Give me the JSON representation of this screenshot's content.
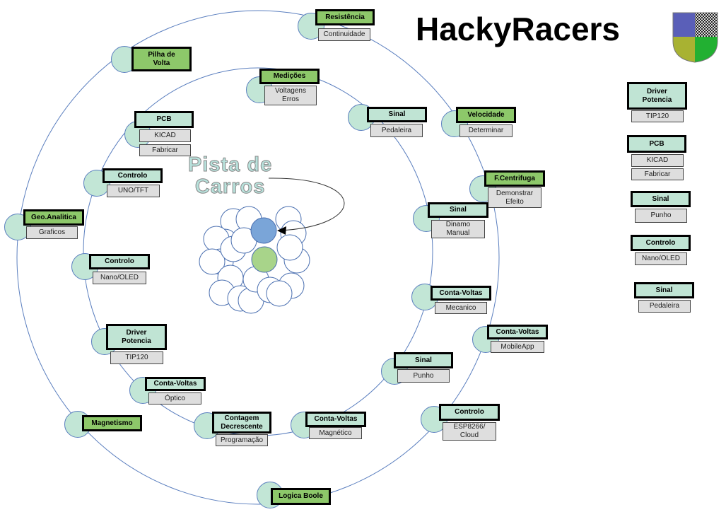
{
  "brand": {
    "title": "HackyRacers",
    "logo": "shield-logo",
    "colors": {
      "blue": "#5a5fb8",
      "olive": "#a8b232",
      "green": "#22b032"
    }
  },
  "center": {
    "label": "Pista de\nCarros"
  },
  "colors": {
    "green_title": "#8dc86a",
    "teal_title": "#c0e4d4",
    "sub": "#dedede",
    "circle": "#c2e6d6",
    "ring": "#5b7fbf"
  },
  "nodes": [
    {
      "title": "Resistência",
      "subs": [
        "Continuidade"
      ]
    },
    {
      "title": "Pilha de\nVolta",
      "subs": []
    },
    {
      "title": "Velocidade",
      "subs": [
        "Determinar"
      ]
    },
    {
      "title": "F.Centrifuga",
      "subs": [
        "Demonstrar\nEfeito"
      ]
    },
    {
      "title": "Geo.Analitica",
      "subs": [
        "Graficos"
      ]
    },
    {
      "title": "Conta-Voltas",
      "subs": [
        "MobileApp"
      ]
    },
    {
      "title": "Controlo",
      "subs": [
        "ESP8266/\nCloud"
      ]
    },
    {
      "title": "Magnetismo",
      "subs": []
    },
    {
      "title": "Logica Boole",
      "subs": []
    },
    {
      "title": "Medições",
      "subs": [
        "Voltagens\nErros"
      ]
    },
    {
      "title": "PCB",
      "subs": [
        "KICAD",
        "Fabricar"
      ]
    },
    {
      "title": "Sinal",
      "subs": [
        "Pedaleira"
      ]
    },
    {
      "title": "Controlo",
      "subs": [
        "UNO/TFT"
      ]
    },
    {
      "title": "Sinal",
      "subs": [
        "Dinamo\nManual"
      ]
    },
    {
      "title": "Controlo",
      "subs": [
        "Nano/OLED"
      ]
    },
    {
      "title": "Conta-Voltas",
      "subs": [
        "Mecanico"
      ]
    },
    {
      "title": "Driver\nPotencia",
      "subs": [
        "TIP120"
      ]
    },
    {
      "title": "Sinal",
      "subs": [
        "Punho"
      ]
    },
    {
      "title": "Conta-Voltas",
      "subs": [
        "Óptico"
      ]
    },
    {
      "title": "Contagem\nDecrescente",
      "subs": [
        "Programação"
      ]
    },
    {
      "title": "Conta-Voltas",
      "subs": [
        "Magnético"
      ]
    }
  ],
  "legend": [
    {
      "title": "Driver\nPotencia",
      "subs": [
        "TIP120"
      ]
    },
    {
      "title": "PCB",
      "subs": [
        "KICAD",
        "Fabricar"
      ]
    },
    {
      "title": "Sinal",
      "subs": [
        "Punho"
      ]
    },
    {
      "title": "Controlo",
      "subs": [
        "Nano/OLED"
      ]
    },
    {
      "title": "Sinal",
      "subs": [
        "Pedaleira"
      ]
    }
  ]
}
